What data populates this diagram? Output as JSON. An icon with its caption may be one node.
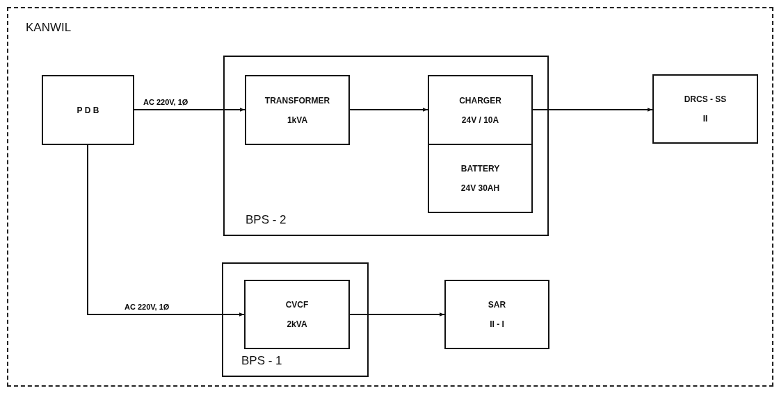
{
  "diagram": {
    "nodes": [
      {
        "text": [
          "KANWIL"
        ]
      },
      {
        "text": [
          "P D B"
        ],
        "in": 0
      },
      {
        "text": [
          "BPS - 2"
        ],
        "in": 0
      },
      {
        "text": [
          "TRANSFORMER",
          "1kVA"
        ],
        "in": 2
      },
      {
        "text": [
          "CHARGER",
          "24V / 10A"
        ],
        "in": 2
      },
      {
        "text": [
          "BATTERY",
          "24V 30AH"
        ],
        "in": 2
      },
      {
        "text": [
          "DRCS - SS",
          "II"
        ],
        "in": 0
      },
      {
        "text": [
          "BPS - 1"
        ],
        "in": 0
      },
      {
        "text": [
          "CVCF",
          "2kVA"
        ],
        "in": 7
      },
      {
        "text": [
          "SAR",
          "II - I"
        ],
        "in": 0
      }
    ],
    "edges": [
      {
        "from": 1,
        "to": 3,
        "arrow": "to",
        "label": "AC 220V, 1Ø"
      },
      {
        "from": 3,
        "to": 4,
        "arrow": "to"
      },
      {
        "from": 4,
        "to": 6,
        "arrow": "to"
      },
      {
        "from": 1,
        "to": 8,
        "arrow": "to",
        "label": "AC 220V, 1Ø"
      },
      {
        "from": 8,
        "to": 9,
        "arrow": "to"
      }
    ]
  }
}
